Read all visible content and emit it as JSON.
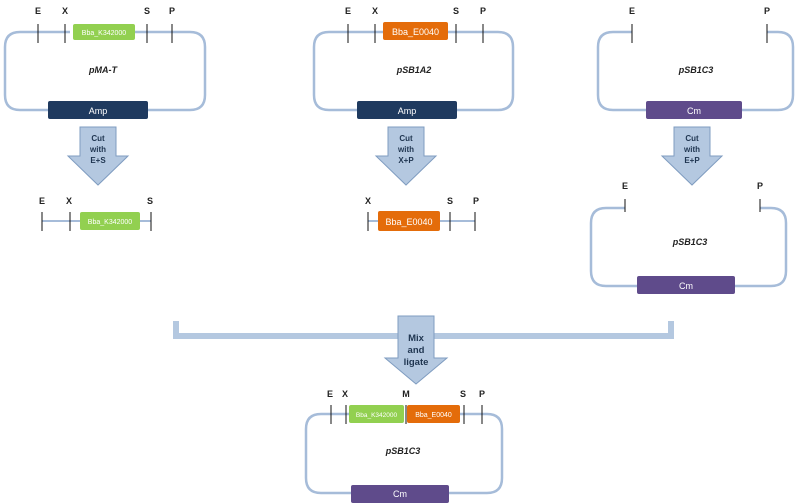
{
  "sites": {
    "e": "E",
    "x": "X",
    "s": "S",
    "p": "P",
    "m": "M"
  },
  "plasmids": {
    "pmat": "pMA-T",
    "psb1a2": "pSB1A2",
    "psb1c3_top": "pSB1C3",
    "psb1c3_cut": "pSB1C3",
    "psb1c3_final": "pSB1C3"
  },
  "parts": {
    "k342000": "Bba_K342000",
    "e0040": "Bba_E0040"
  },
  "markers": {
    "amp": "Amp",
    "cm": "Cm"
  },
  "arrows": {
    "a1": [
      "Cut",
      "with",
      "E+S"
    ],
    "a2": [
      "Cut",
      "with",
      "X+P"
    ],
    "a3": [
      "Cut",
      "with",
      "E+P"
    ],
    "mix": [
      "Mix",
      "and",
      "ligate"
    ]
  },
  "colors": {
    "green": "#92d050",
    "orange": "#e46c0a",
    "navy": "#1f3a5f",
    "purple": "#5f4b8b",
    "backbone": "#a6bcd9",
    "arrow": "#b4c8e0"
  }
}
